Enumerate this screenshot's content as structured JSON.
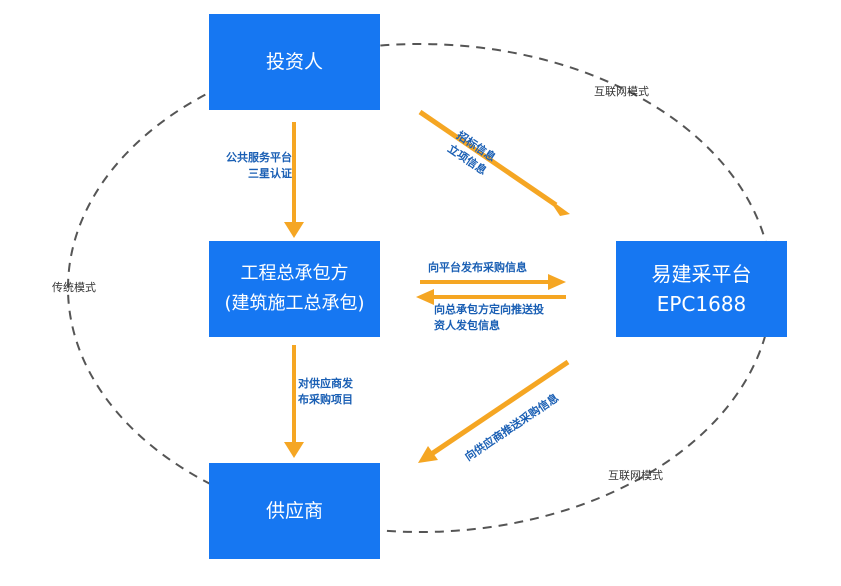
{
  "nodes": {
    "investor": "投资人",
    "contractor_line1": "工程总承包方",
    "contractor_line2": "(建筑施工总承包)",
    "supplier": "供应商",
    "platform_line1": "易建采平台",
    "platform_line2": "EPC1688"
  },
  "edges": {
    "investor_to_contractor_line1": "公共服务平台",
    "investor_to_contractor_line2": "三星认证",
    "investor_to_platform_line1": "招标信息",
    "investor_to_platform_line2": "立项信息",
    "contractor_to_platform": "向平台发布采购信息",
    "platform_to_contractor_line1": "向总承包方定向推送投",
    "platform_to_contractor_line2": "资人发包信息",
    "contractor_to_supplier_line1": "对供应商发",
    "contractor_to_supplier_line2": "布采购项目",
    "platform_to_supplier": "向供应商推送采购信息"
  },
  "modes": {
    "traditional": "传统模式",
    "internet_top": "互联网模式",
    "internet_bottom": "互联网模式"
  },
  "colors": {
    "box": "#1677f2",
    "arrow": "#f5a623",
    "label": "#1a5fb4",
    "dashed": "#555555"
  }
}
